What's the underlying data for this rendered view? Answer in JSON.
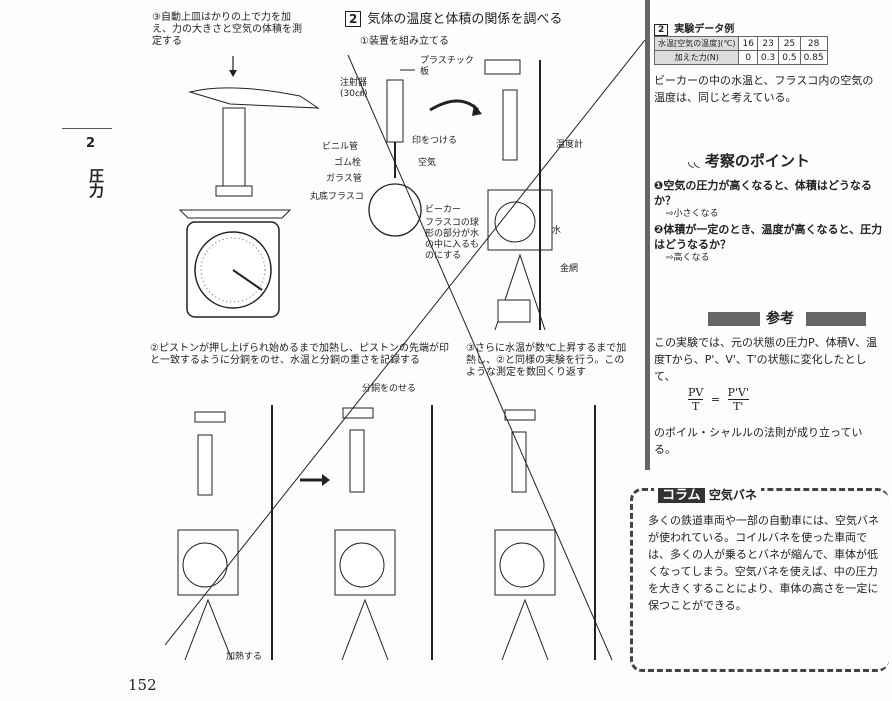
{
  "chapter": {
    "number": "2",
    "title": "圧力"
  },
  "page_number": "152",
  "section": {
    "number": "2",
    "title": "気体の温度と体積の関係を調べる"
  },
  "step1_left": "③自動上皿はかりの上で力を加え、力の大きさと空気の体積を測定する",
  "step1_setup": "①装置を組み立てる",
  "labels": {
    "plastic_plate": "プラスチック板",
    "syringe": "注射器\n(30㎤)",
    "mark": "印をつける",
    "vinyl_tube": "ビニル管",
    "rubber_plug": "ゴム栓",
    "air": "空気",
    "glass_tube": "ガラス管",
    "flask": "丸底フラスコ",
    "thermometer": "温度計",
    "beaker": "ビーカー",
    "flask_note": "フラスコの球形の部分が水の中に入るものにする",
    "water": "水",
    "wire_mesh": "金網",
    "weights": "分銅をのせる",
    "heat": "加熱する"
  },
  "step2": "②ピストンが押し上げられ始めるまで加熱し、ピストンの先端が印と一致するように分銅をのせ、水温と分銅の重さを記録する",
  "step3": "③さらに水温が数℃上昇するまで加熱し、②と同様の実験を行う。このような測定を数回くり返す",
  "right": {
    "data_head": {
      "number": "2",
      "title": "実験データ例"
    },
    "table": {
      "rows": [
        [
          "水温[空気の温度](℃)",
          "16",
          "23",
          "25",
          "28"
        ],
        [
          "加えた力(N)",
          "0",
          "0.3",
          "0.5",
          "0.85"
        ]
      ]
    },
    "note": "ビーカーの中の水温と、フラスコ内の空気の温度は、同じと考えている。",
    "points_title": "考察のポイント",
    "points": [
      {
        "q": "❶空気の圧力が高くなると、体積はどうなるか？",
        "a": "⇨小さくなる"
      },
      {
        "q": "❷体積が一定のとき、温度が高くなると、圧力はどうなるか？",
        "a": "⇨高くなる"
      }
    ],
    "ref_title": "参考",
    "ref_text1": "この実験では、元の状態の圧力P、体積V、温度Tから、P'、V'、T'の状態に変化したとして、",
    "formula_left_num": "PV",
    "formula_left_den": "T",
    "formula_right_num": "P'V'",
    "formula_right_den": "T'",
    "ref_text2": "のボイル・シャルルの法則が成り立っている。",
    "column_tag": "コラム",
    "column_title": "空気バネ",
    "column_text": "多くの鉄道車両や一部の自動車には、空気バネが使われている。コイルバネを使った車両では、多くの人が乗るとバネが縮んで、車体が低くなってしまう。空気バネを使えば、中の圧力を大きくすることにより、車体の高さを一定に保つことができる。"
  }
}
